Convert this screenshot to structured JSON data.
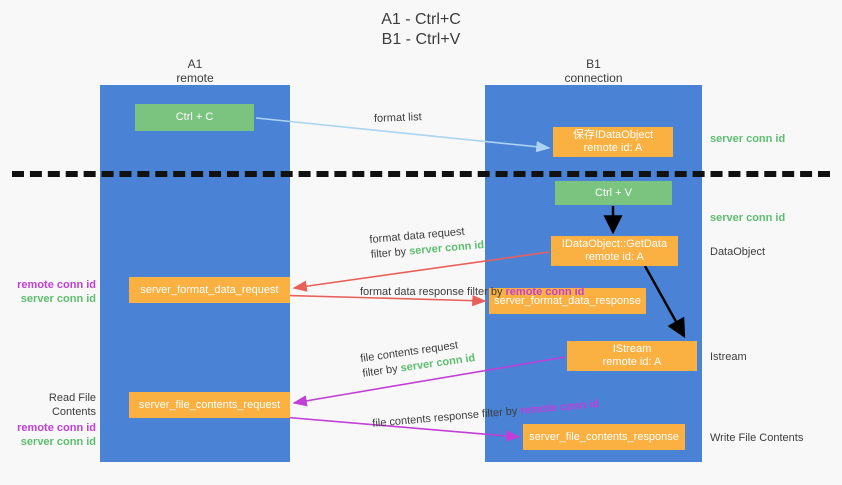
{
  "title": {
    "line1": "A1 - Ctrl+C",
    "line2": "B1 - Ctrl+V"
  },
  "columns": {
    "a1": {
      "name": "A1",
      "role": "remote"
    },
    "b1": {
      "name": "B1",
      "role": "connection"
    }
  },
  "colors": {
    "lane_blue": "#4a82d6",
    "node_green": "#7ac47f",
    "node_orange": "#fbb042",
    "server_conn_green": "#5cbf6e",
    "remote_conn_purple": "#c13fd6",
    "background": "#f8f8f8",
    "divider_black": "#111111",
    "arrow_lightblue": "#aad4f0",
    "arrow_red": "#e8605a",
    "arrow_black": "#000000",
    "arrow_magenta": "#c13fd6"
  },
  "nodes": {
    "ctrl_c": {
      "label": "Ctrl + C",
      "color": "green"
    },
    "idataobject": {
      "line1": "保存IDataObject",
      "line2": "remote id: A",
      "color": "orange"
    },
    "ctrl_v": {
      "label": "Ctrl + V",
      "color": "green"
    },
    "getdata": {
      "line1": "IDataObject::GetData",
      "line2": "remote id: A",
      "color": "orange"
    },
    "server_format_data_request": {
      "label": "server_format_data_request",
      "color": "orange"
    },
    "server_format_data_response": {
      "label": "server_format_data_response",
      "color": "orange"
    },
    "istream": {
      "line1": "IStream",
      "line2": "remote id: A",
      "color": "orange"
    },
    "server_file_contents_request": {
      "label": "server_file_contents_request",
      "color": "orange"
    },
    "server_file_contents_response": {
      "label": "server_file_contents_response",
      "color": "orange"
    }
  },
  "edge_labels": {
    "format_list": "format list",
    "format_data_request": "format data request",
    "format_data_request_filter_prefix": "filter by ",
    "format_data_request_filter_key": "server conn id",
    "format_data_response": "format data response",
    "format_data_response_filter_prefix": "filter by ",
    "format_data_response_filter_key": "remote conn id",
    "file_contents_request": "file contents request",
    "file_contents_request_filter_prefix": "filter by ",
    "file_contents_request_filter_key": "server conn id",
    "file_contents_response": "file contents response",
    "file_contents_response_filter_prefix": "filter by ",
    "file_contents_response_filter_key": "remote conn id"
  },
  "right_labels": {
    "server_conn_id_top": "server conn id",
    "server_conn_id_mid": "server conn id",
    "dataobject": "DataObject",
    "istream": "Istream",
    "write_file_contents": "Write File Contents"
  },
  "left_labels": {
    "format_remote": "remote conn id",
    "format_server": "server conn id",
    "read_file_contents": "Read File Contents",
    "read_remote": "remote conn id",
    "read_server": "server conn id"
  }
}
